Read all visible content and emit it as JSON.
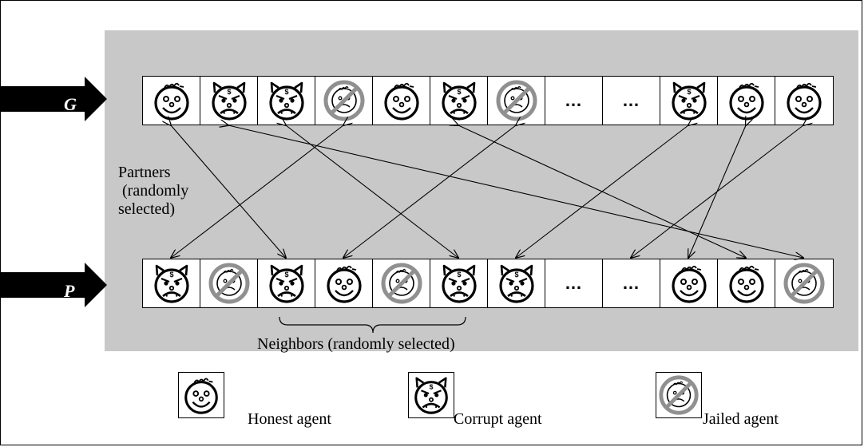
{
  "rows": {
    "G": {
      "label": "G",
      "cells": [
        "honest",
        "corrupt",
        "corrupt",
        "jailed",
        "honest",
        "corrupt",
        "jailed",
        "dots",
        "dots",
        "corrupt",
        "honest",
        "honest"
      ]
    },
    "P": {
      "label": "P",
      "cells": [
        "corrupt",
        "jailed",
        "corrupt",
        "honest",
        "jailed",
        "corrupt",
        "corrupt",
        "dots",
        "dots",
        "honest",
        "honest",
        "jailed"
      ]
    }
  },
  "ellipsis": "…",
  "partners_label": [
    "Partners",
    " (randomly",
    "selected)"
  ],
  "neighbors_label": "Neighbors (randomly selected)",
  "legend": {
    "honest": "Honest agent",
    "corrupt": "Corrupt agent",
    "jailed": "Jailed agent"
  },
  "partner_links": [
    {
      "g": 0,
      "p": 2
    },
    {
      "g": 1,
      "p": 11
    },
    {
      "g": 2,
      "p": 5
    },
    {
      "g": 3,
      "p": 0
    },
    {
      "g": 5,
      "p": 10
    },
    {
      "g": 6,
      "p": 3
    },
    {
      "g": 9,
      "p": 6
    },
    {
      "g": 10,
      "p": 9
    },
    {
      "g": 11,
      "p": 8
    }
  ],
  "colors": {
    "panel": "#c8c8c8",
    "jail_ring": "#909090"
  }
}
